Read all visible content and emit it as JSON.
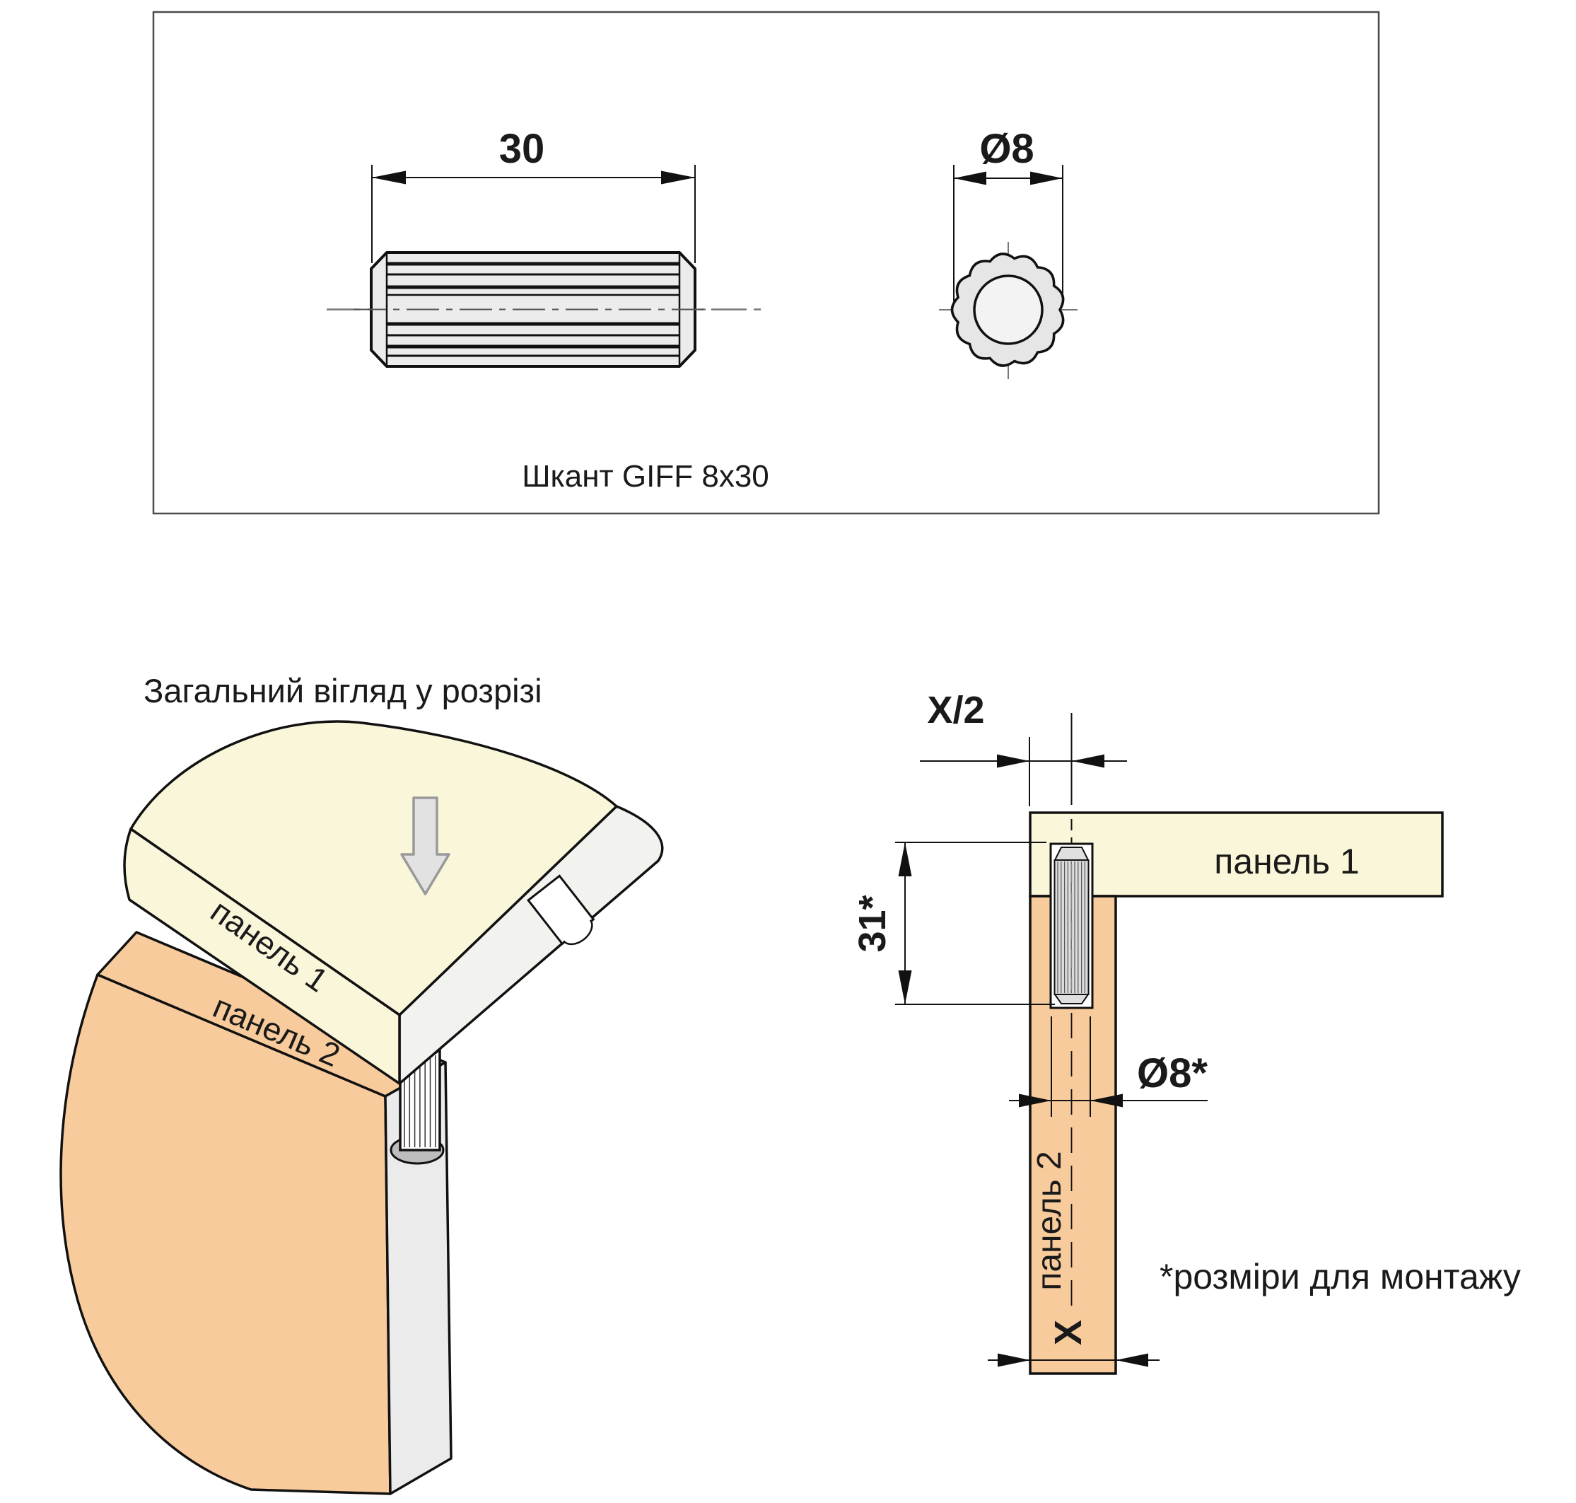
{
  "colors": {
    "panel1_fill": "#FAF6D9",
    "panel2_fill": "#F7CB9B",
    "edge_gray": "#EBEBEB",
    "dowel_side_fill": "#ECECEC",
    "scallop_fill": "#E6E6E6",
    "line": "#111111"
  },
  "drawing_box": {
    "caption": "Шкант GIFF 8x30",
    "dims": {
      "length": "30",
      "diameter": "Ø8"
    }
  },
  "assembly_view": {
    "title": "Загальний вігляд у розрізі",
    "panel1_label": "панель 1",
    "panel2_label": "панель 2"
  },
  "cross_section": {
    "panel1_label": "панель 1",
    "panel2_label": "панель 2",
    "dims": {
      "edge_offset": "X/2",
      "drill_depth": "31*",
      "hole_diameter": "Ø8*",
      "panel_thickness": "X"
    },
    "footnote": "*розміри для монтажу"
  }
}
